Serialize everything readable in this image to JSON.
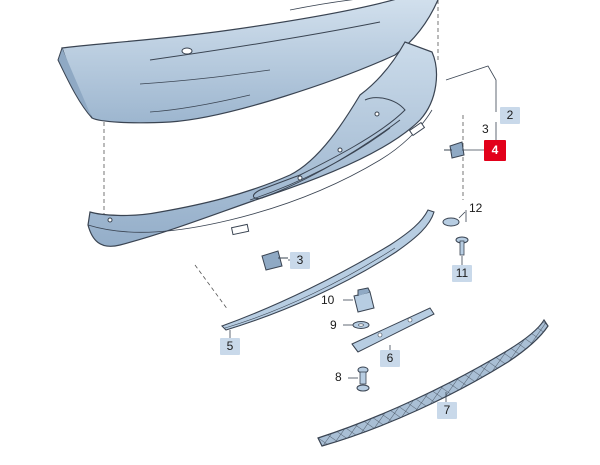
{
  "diagram": {
    "callouts": {
      "c2": "2",
      "c3_top": "3",
      "c4": "4",
      "c12": "12",
      "c11": "11",
      "c3_mid": "3",
      "c10": "10",
      "c9": "9",
      "c5": "5",
      "c6": "6",
      "c8": "8",
      "c7": "7"
    },
    "colors": {
      "part_fill": "#b7cde2",
      "part_fill_dark": "#8fa9c4",
      "outline": "#3a4452",
      "highlight": "#e2001a",
      "callout_bg": "#c9d9ea"
    }
  }
}
